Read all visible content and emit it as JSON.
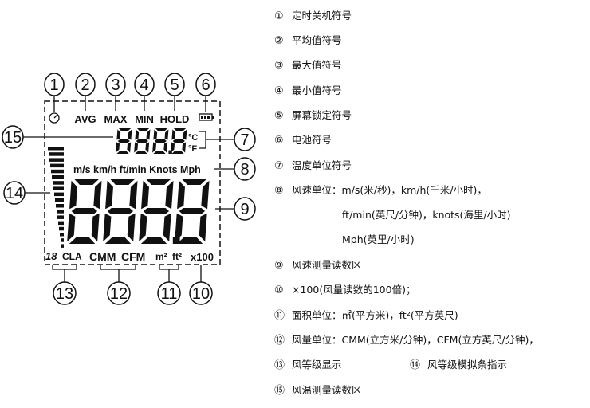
{
  "display": {
    "avg": "AVG",
    "max": "MAX",
    "min": "MIN",
    "hold": "HOLD",
    "temp_digits": "8888",
    "unit_c": "°C",
    "unit_f": "°F",
    "speed_units": "m/s km/h ft/min Knots Mph",
    "main_digits": "8888",
    "level_digit": "18",
    "cla": "CLA",
    "cmm": "CMM",
    "cfm": "CFM",
    "m2": "m²",
    "ft2": "ft²",
    "x100": "x100"
  },
  "callouts": [
    "1",
    "2",
    "3",
    "4",
    "5",
    "6",
    "7",
    "8",
    "9",
    "10",
    "11",
    "12",
    "13",
    "14",
    "15"
  ],
  "legend": [
    {
      "num": "①",
      "text": "定时关机符号"
    },
    {
      "num": "②",
      "text": "平均值符号"
    },
    {
      "num": "③",
      "text": "最大值符号"
    },
    {
      "num": "④",
      "text": "最小值符号"
    },
    {
      "num": "⑤",
      "text": "屏幕锁定符号"
    },
    {
      "num": "⑥",
      "text": "电池符号"
    },
    {
      "num": "⑦",
      "text": "温度单位符号"
    },
    {
      "num": "⑧",
      "text": "风速单位：m/s(米/秒)，km/h(千米/小时)，",
      "lines": [
        "ft/min(英尺/分钟)，knots(海里/小时)",
        "Mph(英里/小时)"
      ]
    },
    {
      "num": "⑨",
      "text": "风速测量读数区"
    },
    {
      "num": "⑩",
      "text": "×100(风量读数的100倍)；"
    },
    {
      "num": "⑪",
      "text": "面积单位：㎡(平方米)，ft²(平方英尺)"
    },
    {
      "num": "⑫",
      "text": "风量单位：CMM(立方米/分钟)，CFM(立方英尺/分钟)，"
    },
    {
      "num": "⑬",
      "text": "风等级显示",
      "second_num": "⑭",
      "second_text": "风等级模拟条指示"
    },
    {
      "num": "⑮",
      "text": "风温测量读数区"
    }
  ]
}
